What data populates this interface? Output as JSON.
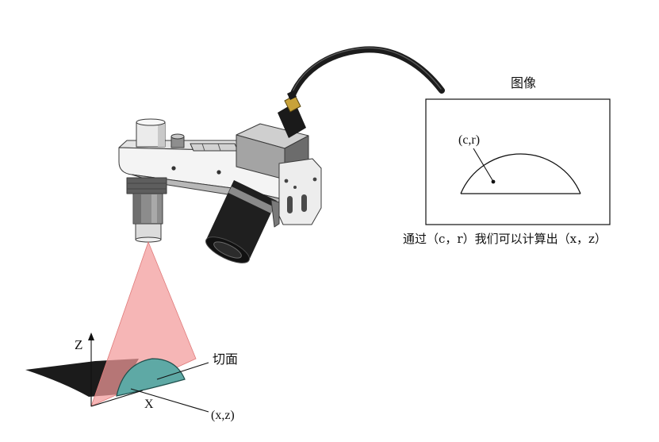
{
  "image_panel": {
    "title": "图像",
    "pixel_point_label": "(c,r)"
  },
  "caption": "通过（c，r）我们可以计算出（x，z）",
  "scene": {
    "axis_z_label": "Z",
    "axis_x_label": "X",
    "section_label": "切面",
    "world_point_label": "(x,z)"
  },
  "colors": {
    "laser_plane": "#f29a9a",
    "cross_section": "#5ea9a5",
    "object": "#1b1b1b",
    "cable": "#1c1c1c",
    "connector_plug": "#c8a23a"
  }
}
